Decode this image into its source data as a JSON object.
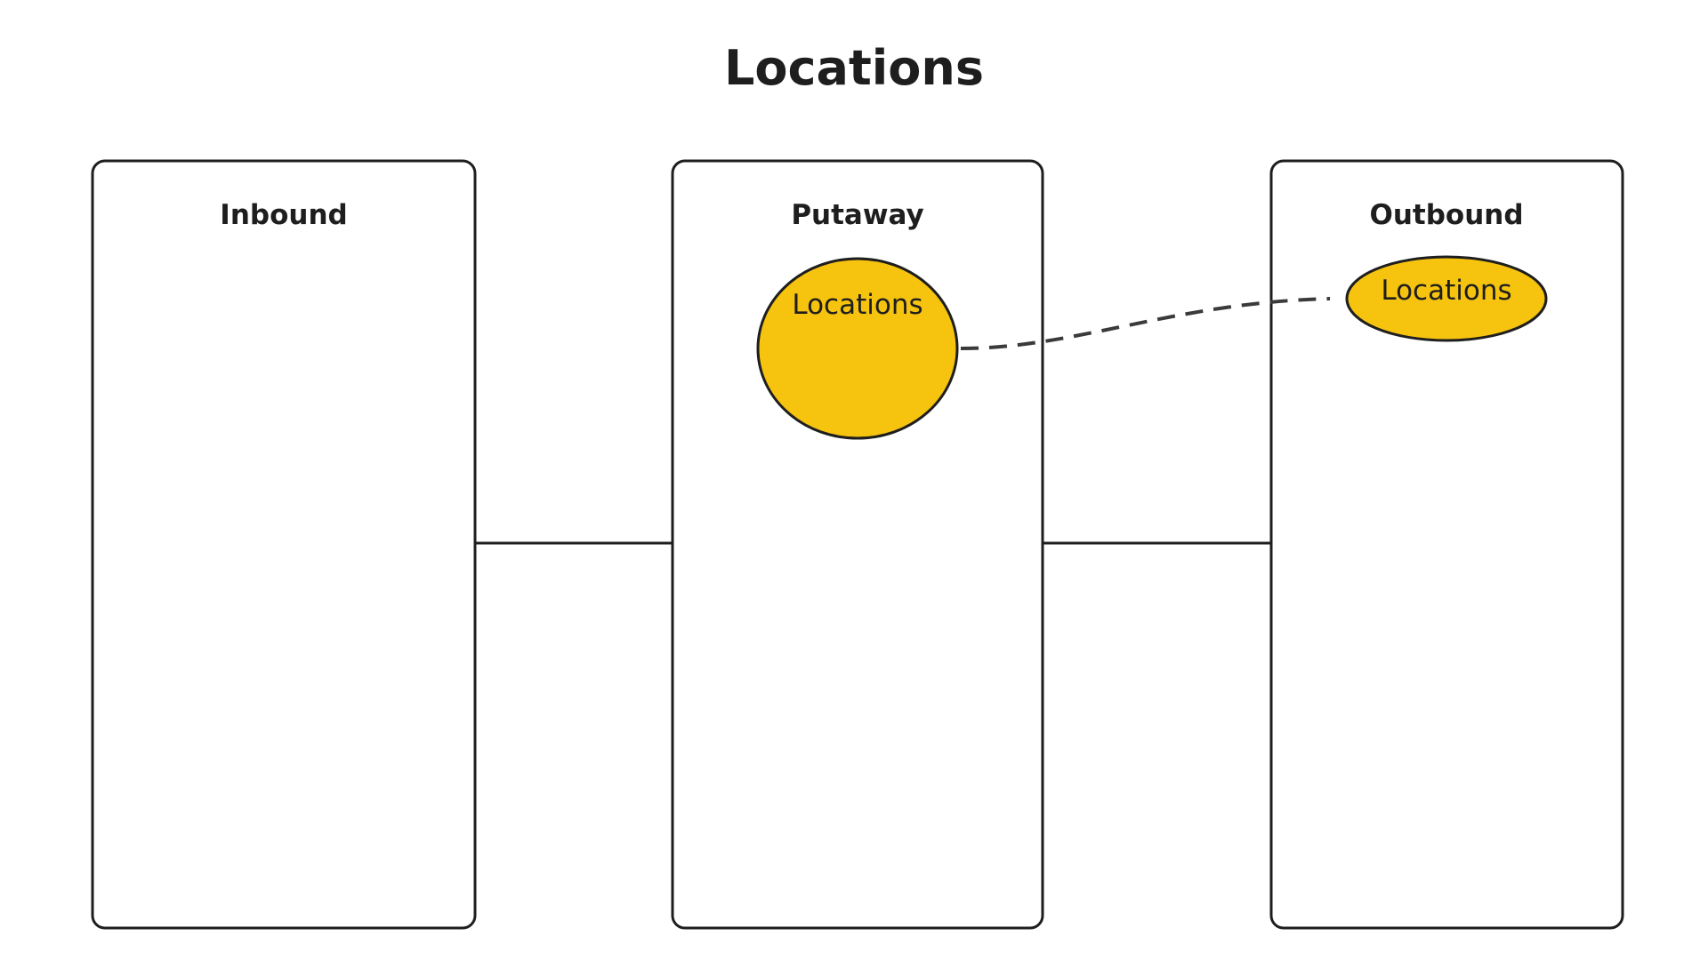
{
  "title": "Locations",
  "lanes": [
    {
      "id": "inbound",
      "label": "Inbound"
    },
    {
      "id": "putaway",
      "label": "Putaway"
    },
    {
      "id": "outbound",
      "label": "Outbound"
    }
  ],
  "nodes": [
    {
      "id": "putaway-locations",
      "lane": "putaway",
      "label": "Locations"
    },
    {
      "id": "outbound-locations",
      "lane": "outbound",
      "label": "Locations"
    }
  ],
  "connections": [
    {
      "from": "inbound",
      "to": "putaway",
      "style": "solid"
    },
    {
      "from": "putaway",
      "to": "outbound",
      "style": "solid"
    },
    {
      "from": "putaway-locations",
      "to": "outbound-locations",
      "style": "dashed"
    }
  ],
  "colors": {
    "node_fill": "#F6C30F",
    "stroke": "#1E1E1E",
    "background": "#FFFFFF"
  }
}
